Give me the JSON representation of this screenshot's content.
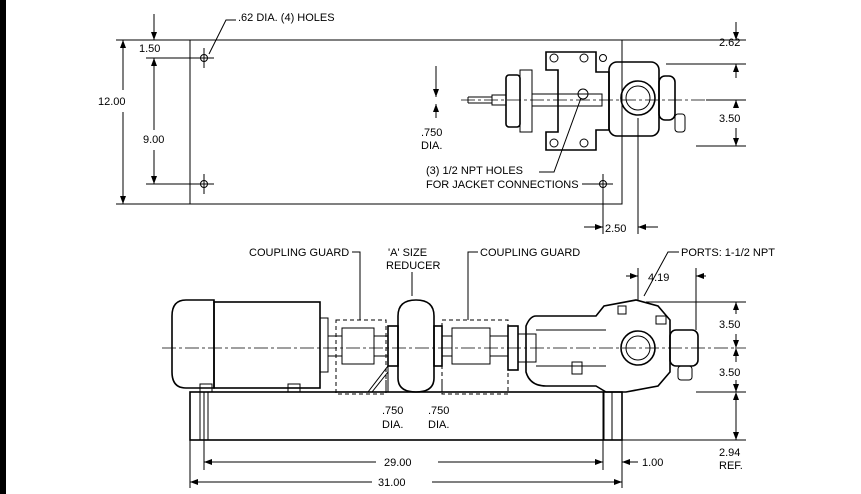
{
  "top_view": {
    "holes_note": ".62 DIA. (4) HOLES",
    "dim_top_edge": "1.50",
    "dim_overall_height": "12.00",
    "dim_hole_spacing": "9.00",
    "shaft_dia": ".750",
    "shaft_dia_unit": "DIA.",
    "jacket_note_line1": "(3) 1/2 NPT HOLES",
    "jacket_note_line2": "FOR JACKET CONNECTIONS",
    "dim_right_top": "2.62",
    "dim_right_mid": "3.50",
    "dim_bottom_right": "2.50"
  },
  "side_view": {
    "coupling_guard_left": "COUPLING GUARD",
    "reducer_line1": "'A' SIZE",
    "reducer_line2": "REDUCER",
    "coupling_guard_right": "COUPLING GUARD",
    "ports_note": "PORTS: 1-1/2 NPT",
    "dim_port_offset": "4.19",
    "dim_upper": "3.50",
    "dim_lower": "3.50",
    "shaft_dia_left": ".750",
    "shaft_dia_left_unit": "DIA.",
    "shaft_dia_right": ".750",
    "shaft_dia_right_unit": "DIA.",
    "dim_base_height": "2.94",
    "dim_base_height_ref": "REF.",
    "dim_hole_span": "29.00",
    "dim_end_offset": "1.00",
    "dim_overall_length": "31.00"
  }
}
